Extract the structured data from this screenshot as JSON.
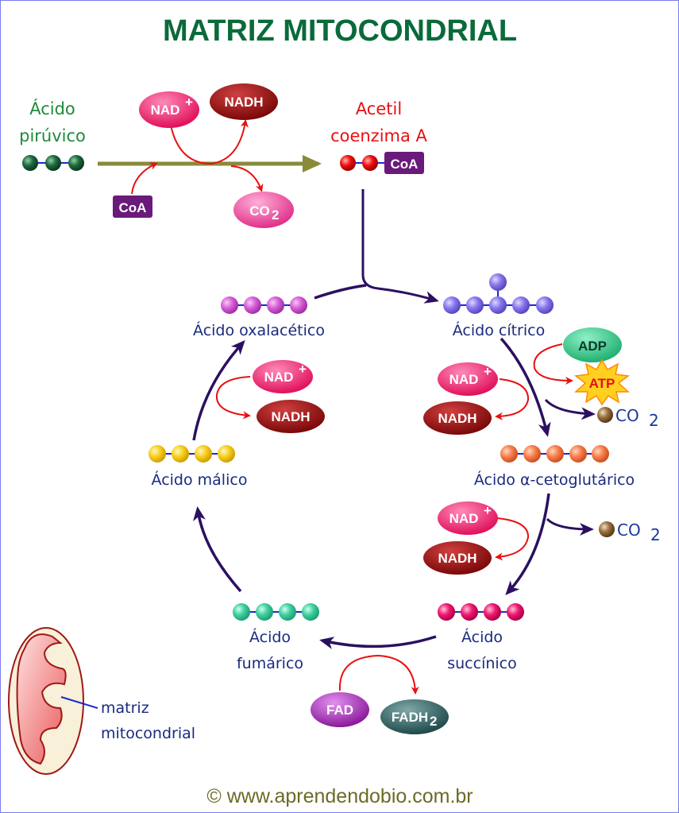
{
  "title": "MATRIZ MITOCONDRIAL",
  "footer": "© www.aprendendobio.com.br",
  "colors": {
    "title": "#0a6a3a",
    "cycle_arrow": "#2b1060",
    "reaction_arrow": "#e81010",
    "main_arrow": "#8a8a3a",
    "nad": "#e81a6a",
    "nadh": "#8a0a0a",
    "coa": "#6a1a7a",
    "co2_bubble": "#e83a8a",
    "adp": "#2ab87a",
    "atp_star": "#ffd020",
    "fad": "#9a2aaa",
    "fadh2": "#2a5a5a"
  },
  "top": {
    "pyruvic": {
      "line1": "Ácido",
      "line2": "pirúvico"
    },
    "acetyl": {
      "line1": "Acetil",
      "line2": "coenzima A",
      "coa": "CoA"
    },
    "nad": "NAD",
    "nad_sup": "+",
    "nadh": "NADH",
    "coa_in": "CoA",
    "co2": "CO",
    "co2_sub": "2"
  },
  "cycle": {
    "oxaloacetic": "Ácido oxalacético",
    "citric": "Ácido cítrico",
    "alpha_ketoglutaric": "Ácido α-cetoglutárico",
    "succinic": {
      "line1": "Ácido",
      "line2": "succínico"
    },
    "fumaric": {
      "line1": "Ácido",
      "line2": "fumárico"
    },
    "malic": "Ácido málico"
  },
  "cofactors": {
    "nad": "NAD",
    "nad_sup": "+",
    "nadh": "NADH",
    "adp": "ADP",
    "atp": "ATP",
    "co2": "CO",
    "co2_sub": "2",
    "fad": "FAD",
    "fadh2": "FADH",
    "fadh2_sub": "2"
  },
  "mitochondrion": {
    "line1": "matriz",
    "line2": "mitocondrial"
  }
}
